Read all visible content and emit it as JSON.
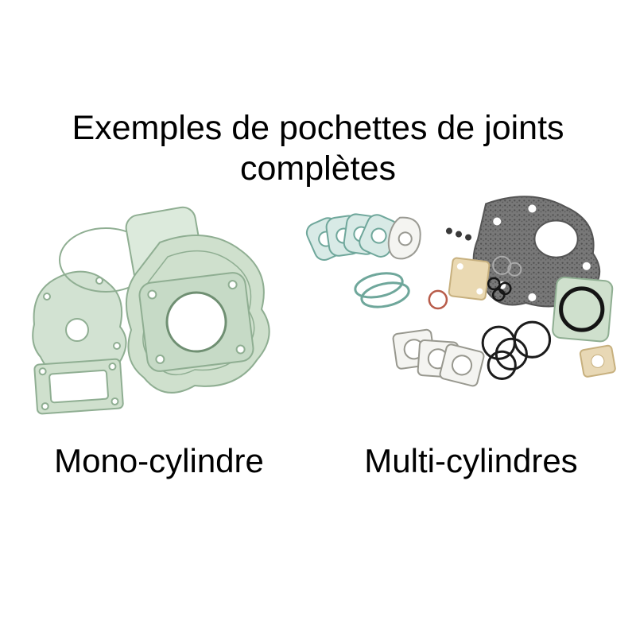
{
  "title": {
    "line1": "Exemples de pochettes de joints",
    "line2": "complètes"
  },
  "figures": {
    "mono": {
      "label": "Mono-cylindre"
    },
    "multi": {
      "label": "Multi-cylindres"
    }
  },
  "palette": {
    "background": "#ffffff",
    "text": "#000000",
    "gasket_green_fill": "#cfe0cd",
    "gasket_green_stroke": "#8fae92",
    "gasket_teal_stroke": "#6fa79b",
    "gasket_teal_fill": "#d8eae6",
    "dark_gasket": "#6e6e6e",
    "tan_gasket": "#ead9b2",
    "o_ring_black": "#1c1c1c"
  }
}
